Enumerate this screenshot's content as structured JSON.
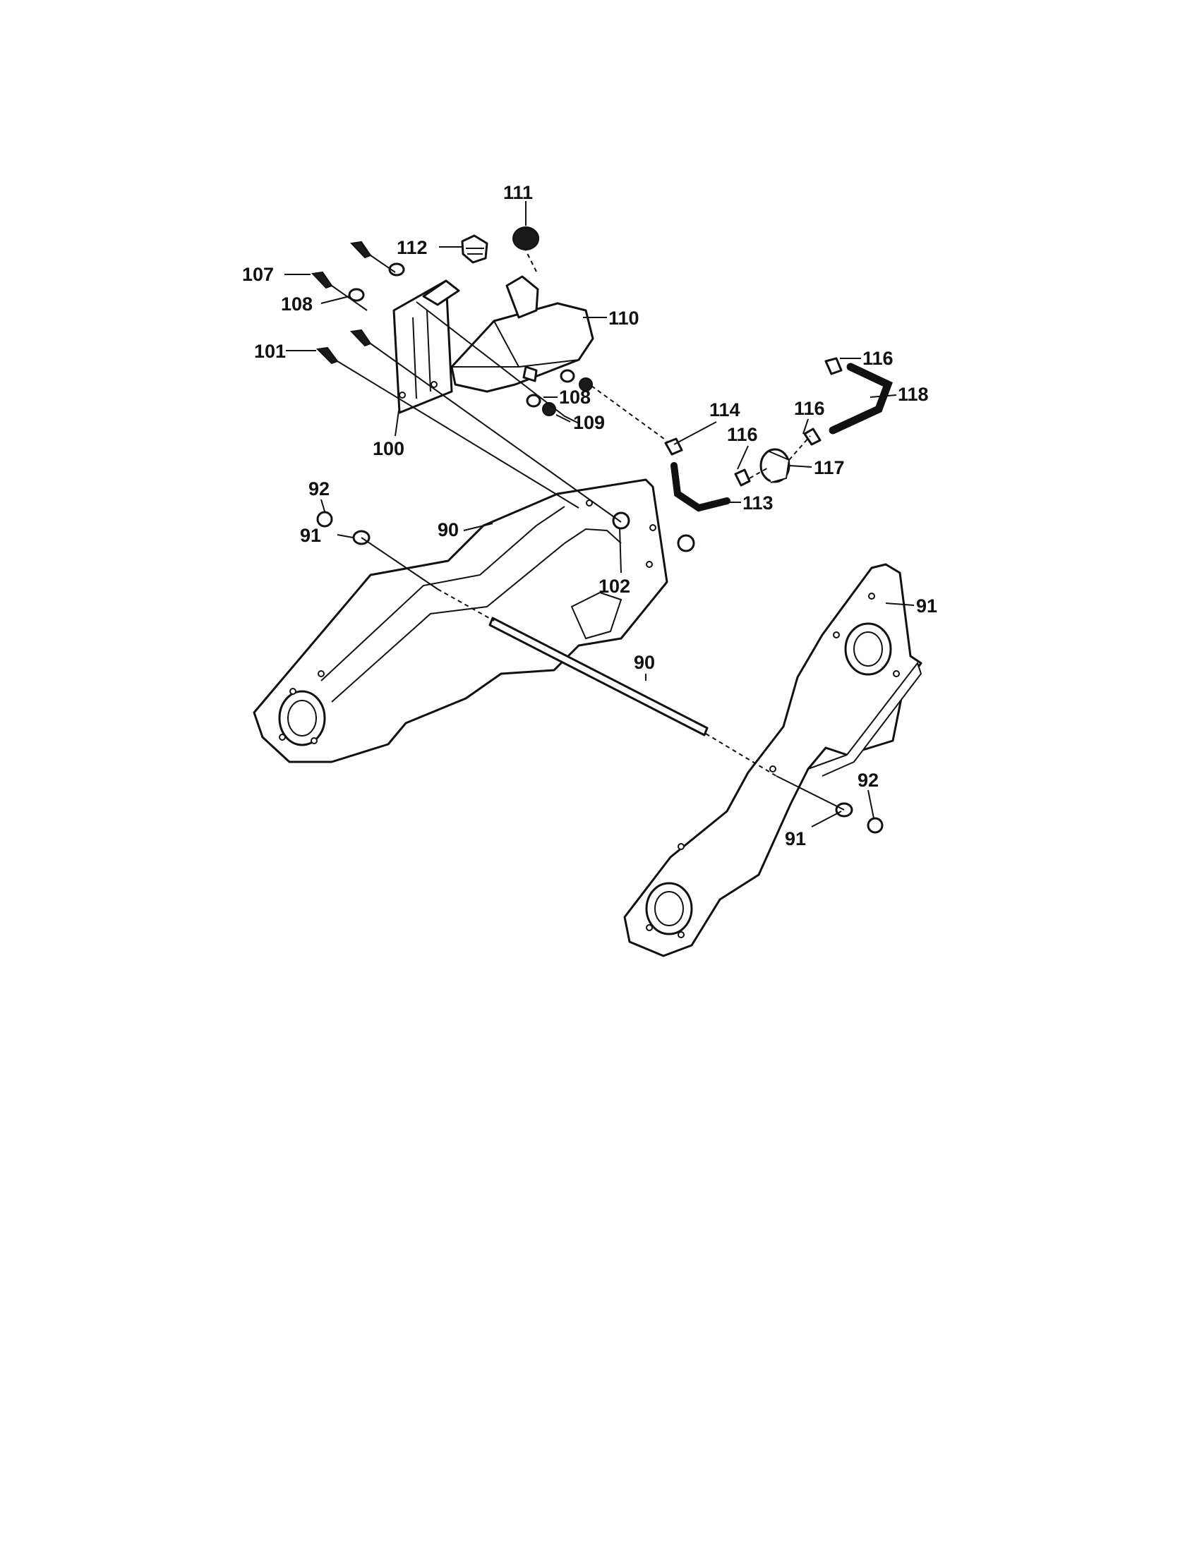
{
  "callouts": {
    "c111": "111",
    "c112": "112",
    "c107": "107",
    "c108a": "108",
    "c110": "110",
    "c101": "101",
    "c108b": "108",
    "c109": "109",
    "c100": "100",
    "c116a": "116",
    "c118": "118",
    "c114": "114",
    "c116b": "116",
    "c116c": "116",
    "c117": "117",
    "c113": "113",
    "c92a": "92",
    "c91a": "91",
    "c90a": "90",
    "c102": "102",
    "c91b": "91",
    "c90b": "90",
    "c92b": "92",
    "c91c": "91"
  }
}
